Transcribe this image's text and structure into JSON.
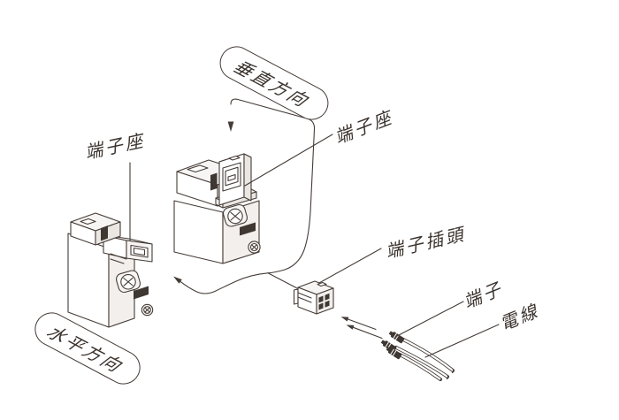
{
  "figure": {
    "bubbles": {
      "vertical": "垂直方向",
      "horizontal": "水平方向"
    },
    "labels": {
      "terminal_block_left": "端子座",
      "terminal_block_right": "端子座",
      "terminal_plug": "端子插頭",
      "terminal": "端子",
      "wire": "電線"
    }
  },
  "colors": {
    "background": "#ffffff",
    "line": "#453c37",
    "text": "#3a322d",
    "dark_patch": "#3f3732"
  },
  "icons": {
    "vertical_unit": "isometric-unit-terminal-facing-up",
    "horizontal_unit": "isometric-unit-terminal-facing-side",
    "terminal_plug": "small-connector-plug",
    "wires": "three-wires-with-crimp-terminals",
    "insertion_path": "curved-path-with-arrows"
  }
}
